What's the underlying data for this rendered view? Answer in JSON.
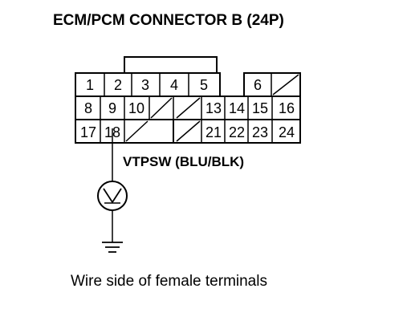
{
  "title": "ECM/PCM CONNECTOR B (24P)",
  "signal_label": "VTPSW (BLU/BLK)",
  "caption": "Wire side of female terminals",
  "connector": {
    "rows": [
      [
        "1",
        "2",
        "3",
        "4",
        "5",
        "",
        "6",
        "/"
      ],
      [
        "8",
        "9",
        "10",
        "/",
        "/",
        "13",
        "14",
        "15",
        "16"
      ],
      [
        "17",
        "18",
        "/",
        "",
        "/",
        "21",
        "22",
        "23",
        "24"
      ]
    ]
  },
  "probe_terminal": "18",
  "meter_icon": "voltmeter-icon",
  "ground_icon": "ground-icon"
}
